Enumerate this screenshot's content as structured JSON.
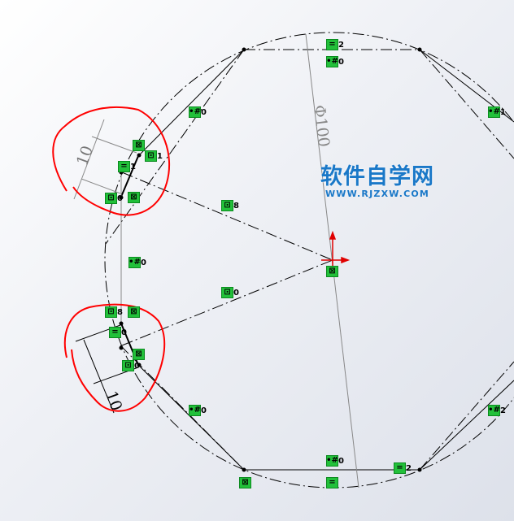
{
  "dimensions": {
    "diameter": "Φ100",
    "top_length": "10",
    "bottom_length": "10"
  },
  "relations": {
    "equal": "=",
    "coincident": "⊠",
    "parallel": "⊡",
    "midpoint": "•#",
    "labels": [
      "2",
      "0",
      "0",
      "1",
      "1",
      "8",
      "1",
      "0",
      "0",
      "0",
      "8",
      "0",
      "0",
      "0",
      "2",
      "0"
    ]
  },
  "watermark": {
    "chinese": "软件自学网",
    "url": "WWW.RJZXW.COM"
  },
  "colors": {
    "relation_bg": "#22c03a",
    "markup": "#ff0000",
    "watermark": "#1a78c8",
    "origin": "#e00000"
  }
}
